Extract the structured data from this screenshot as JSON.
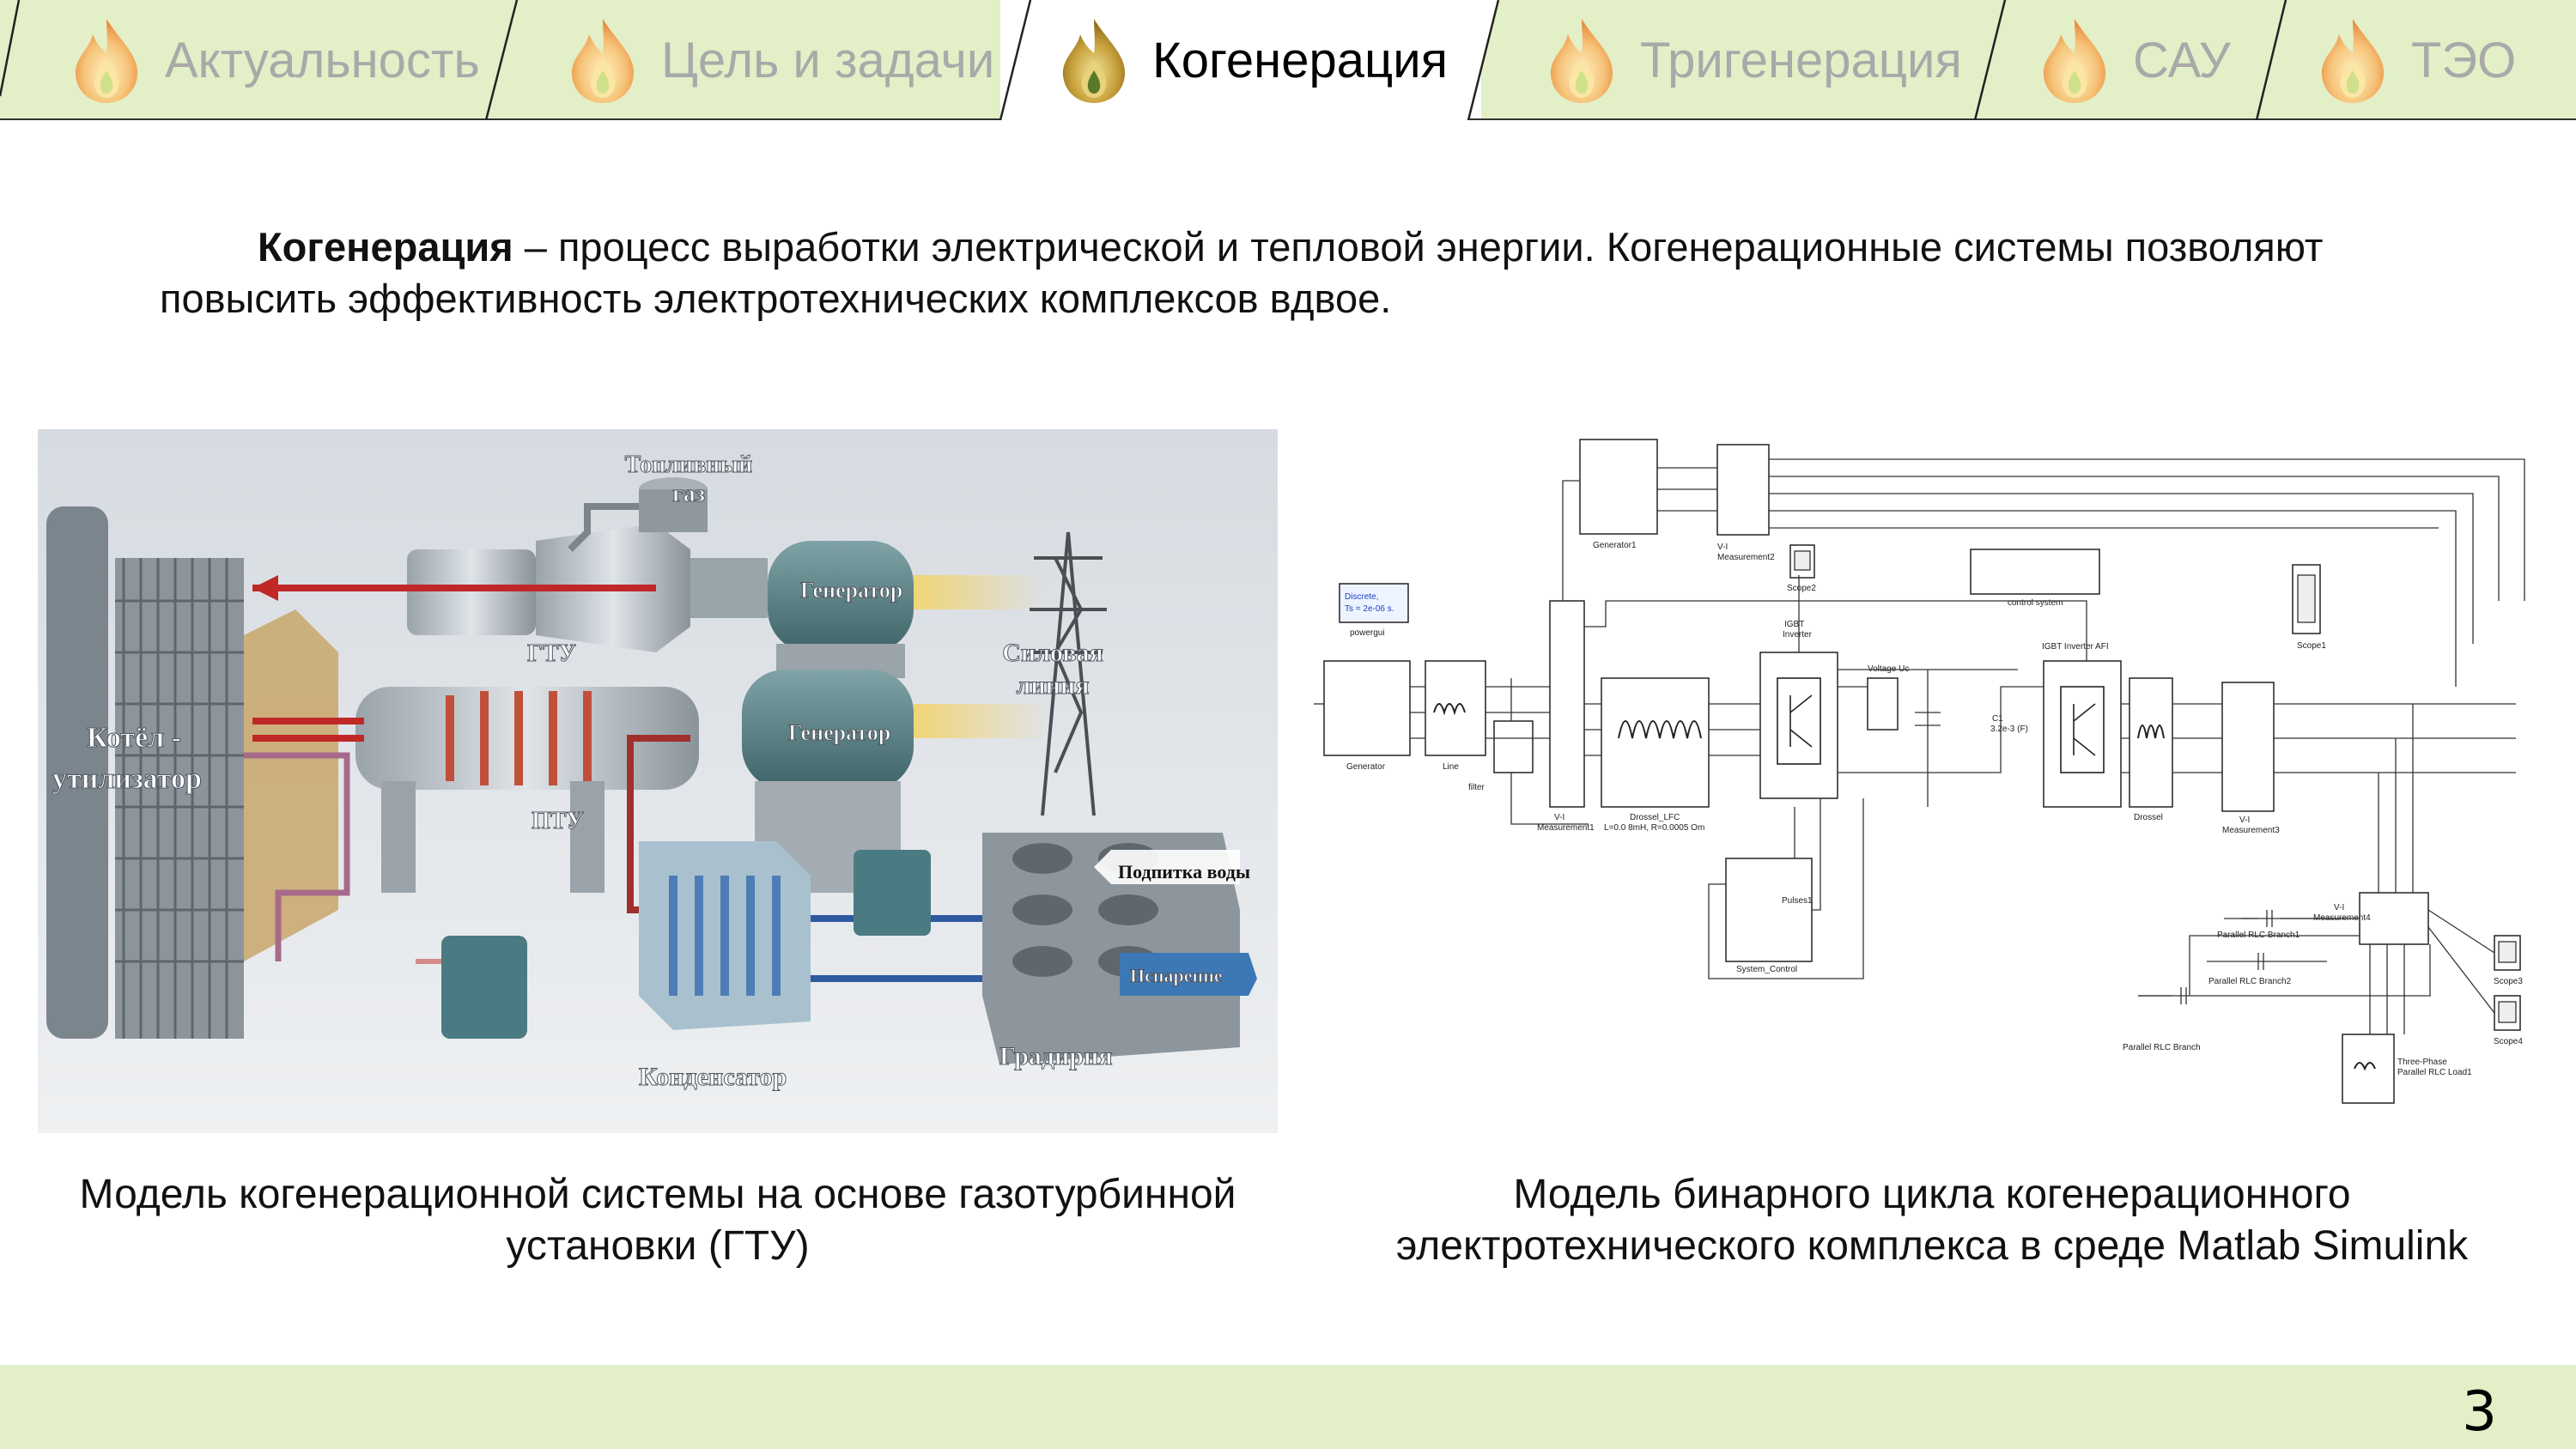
{
  "nav": {
    "tabs": [
      {
        "label": "Актуальность",
        "active": false
      },
      {
        "label": "Цель и задачи",
        "active": false
      },
      {
        "label": "Когенерация",
        "active": true
      },
      {
        "label": "Тригенерация",
        "active": false
      },
      {
        "label": "САУ",
        "active": false
      },
      {
        "label": "ТЭО",
        "active": false
      }
    ],
    "icon": "flame-drop-icon",
    "tab_bg_color": "#e3efc7",
    "active_tab_bg_color": "#ffffff"
  },
  "intro": {
    "term": "Когенерация",
    "text": " – процесс выработки электрической и тепловой энергии. Когенерационные системы позволяют повысить эффективность электротехнических комплексов вдвое."
  },
  "left_figure": {
    "labels": {
      "fuel_gas": "Топливный газ",
      "generator_top": "Генератор",
      "gtu": "ГТУ",
      "power_line": "Силовая линия",
      "generator_bottom": "Генератор",
      "boiler": "Котёл - утилизатор",
      "ptu": "ПТУ",
      "water_makeup": "Подпитка воды",
      "evaporation": "Испарение",
      "cooling_tower": "Градирня",
      "condenser": "Конденсатор"
    },
    "caption": "Модель когенерационной системы на основе газотурбинной установки (ГТУ)"
  },
  "right_figure": {
    "labels": {
      "generator1": "Generator1",
      "vi_measurement2": "V-I Measurement2",
      "scope2": "Scope2",
      "control_system": "control system",
      "powergui_mode": "Discrete, Ts = 2e-06 s.",
      "powergui": "powergui",
      "generator": "Generator",
      "line": "Line",
      "filter": "filter",
      "vi_measurement1": "V-I Measurement1",
      "drossel_lfc": "Drossel_LFC",
      "drossel_params": "L=0.0 8mH, R=0.0005 Om",
      "igbt_inverter": "IGBT Inverter",
      "voltage_uc": "Voltage Uc",
      "c1": "C1",
      "c1_value": "3.2e-3 (F)",
      "igbt_inverter_afi": "IGBT Inverter AFI",
      "drossel": "Drossel",
      "vi_measurement3": "V-I Measurement3",
      "scope1": "Scope1",
      "system_control": "System_Control",
      "pulses1": "Pulses1",
      "parallel_rlc_branch1": "Parallel RLC Branch1",
      "parallel_rlc_branch2": "Parallel RLC Branch2",
      "parallel_rlc_branch": "Parallel RLC Branch",
      "vi_measurement4": "V-I Measurement4",
      "scope3": "Scope3",
      "scope4": "Scope4",
      "three_phase_load": "Three-Phase Parallel RLC Load1"
    },
    "caption": "Модель бинарного цикла когенерационного электротехнического комплекса в среде Matlab Simulink"
  },
  "footer": {
    "page_number": "3",
    "color": "#e3efc7"
  }
}
